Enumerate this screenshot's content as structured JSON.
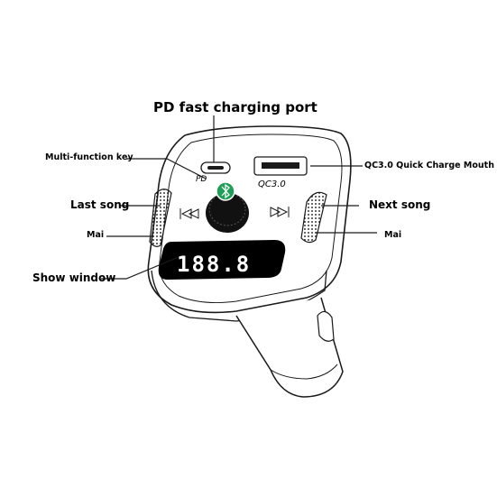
{
  "labels": {
    "pd_port": "PD fast charging port",
    "multi_key": "Multi-function key",
    "qc_mouth": "QC3.0 Quick Charge Mouth",
    "last_song": "Last song",
    "next_song": "Next song",
    "mai_left": "Mai",
    "mai_right": "Mai",
    "show_window": "Show window"
  },
  "device": {
    "pd_marking": "PD",
    "qc_marking": "QC3.0",
    "display_digits": "188.8",
    "knob_icon": "bluetooth-music-icon",
    "prev_icon": "previous-track-icon",
    "next_icon": "next-track-icon"
  },
  "colors": {
    "line": "#1a1a1a",
    "display": "#000000",
    "display_digits": "#ffffff",
    "knob_badge": "#1f9e57"
  }
}
